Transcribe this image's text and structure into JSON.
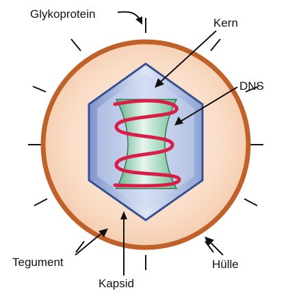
{
  "labels": {
    "glykoprotein": "Glykoprotein",
    "kern": "Kern",
    "dns": "DNS",
    "tegument": "Tegument",
    "huelle": "Hülle",
    "kapsid": "Kapsid"
  },
  "colors": {
    "envelope": "#c0612a",
    "tegument": "#f8d4b8",
    "capsid_edge": "#3a5090",
    "capsid_fill": "#9fb2da",
    "core_fill": "#c7d3ee",
    "dna_body": "#9ed8b8",
    "dna_helix": "#d81e46",
    "ink": "#111111"
  }
}
